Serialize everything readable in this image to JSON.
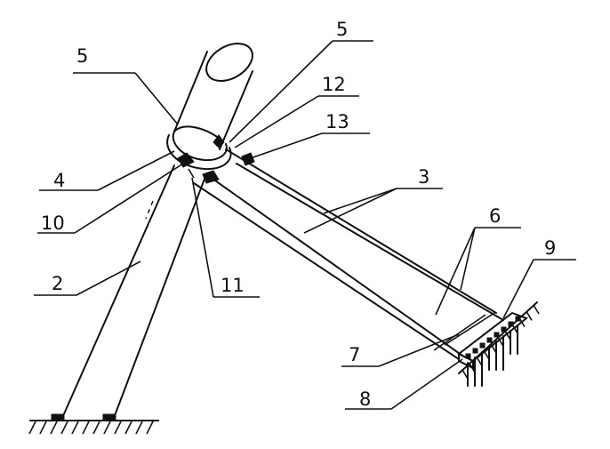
{
  "callouts": [
    {
      "id": "c5a",
      "label": "5"
    },
    {
      "id": "c5b",
      "label": "5"
    },
    {
      "id": "c12",
      "label": "12"
    },
    {
      "id": "c13",
      "label": "13"
    },
    {
      "id": "c4",
      "label": "4"
    },
    {
      "id": "c10",
      "label": "10"
    },
    {
      "id": "c3",
      "label": "3"
    },
    {
      "id": "c6",
      "label": "6"
    },
    {
      "id": "c9",
      "label": "9"
    },
    {
      "id": "c2",
      "label": "2"
    },
    {
      "id": "c11",
      "label": "11"
    },
    {
      "id": "c7",
      "label": "7"
    },
    {
      "id": "c8",
      "label": "8"
    }
  ]
}
